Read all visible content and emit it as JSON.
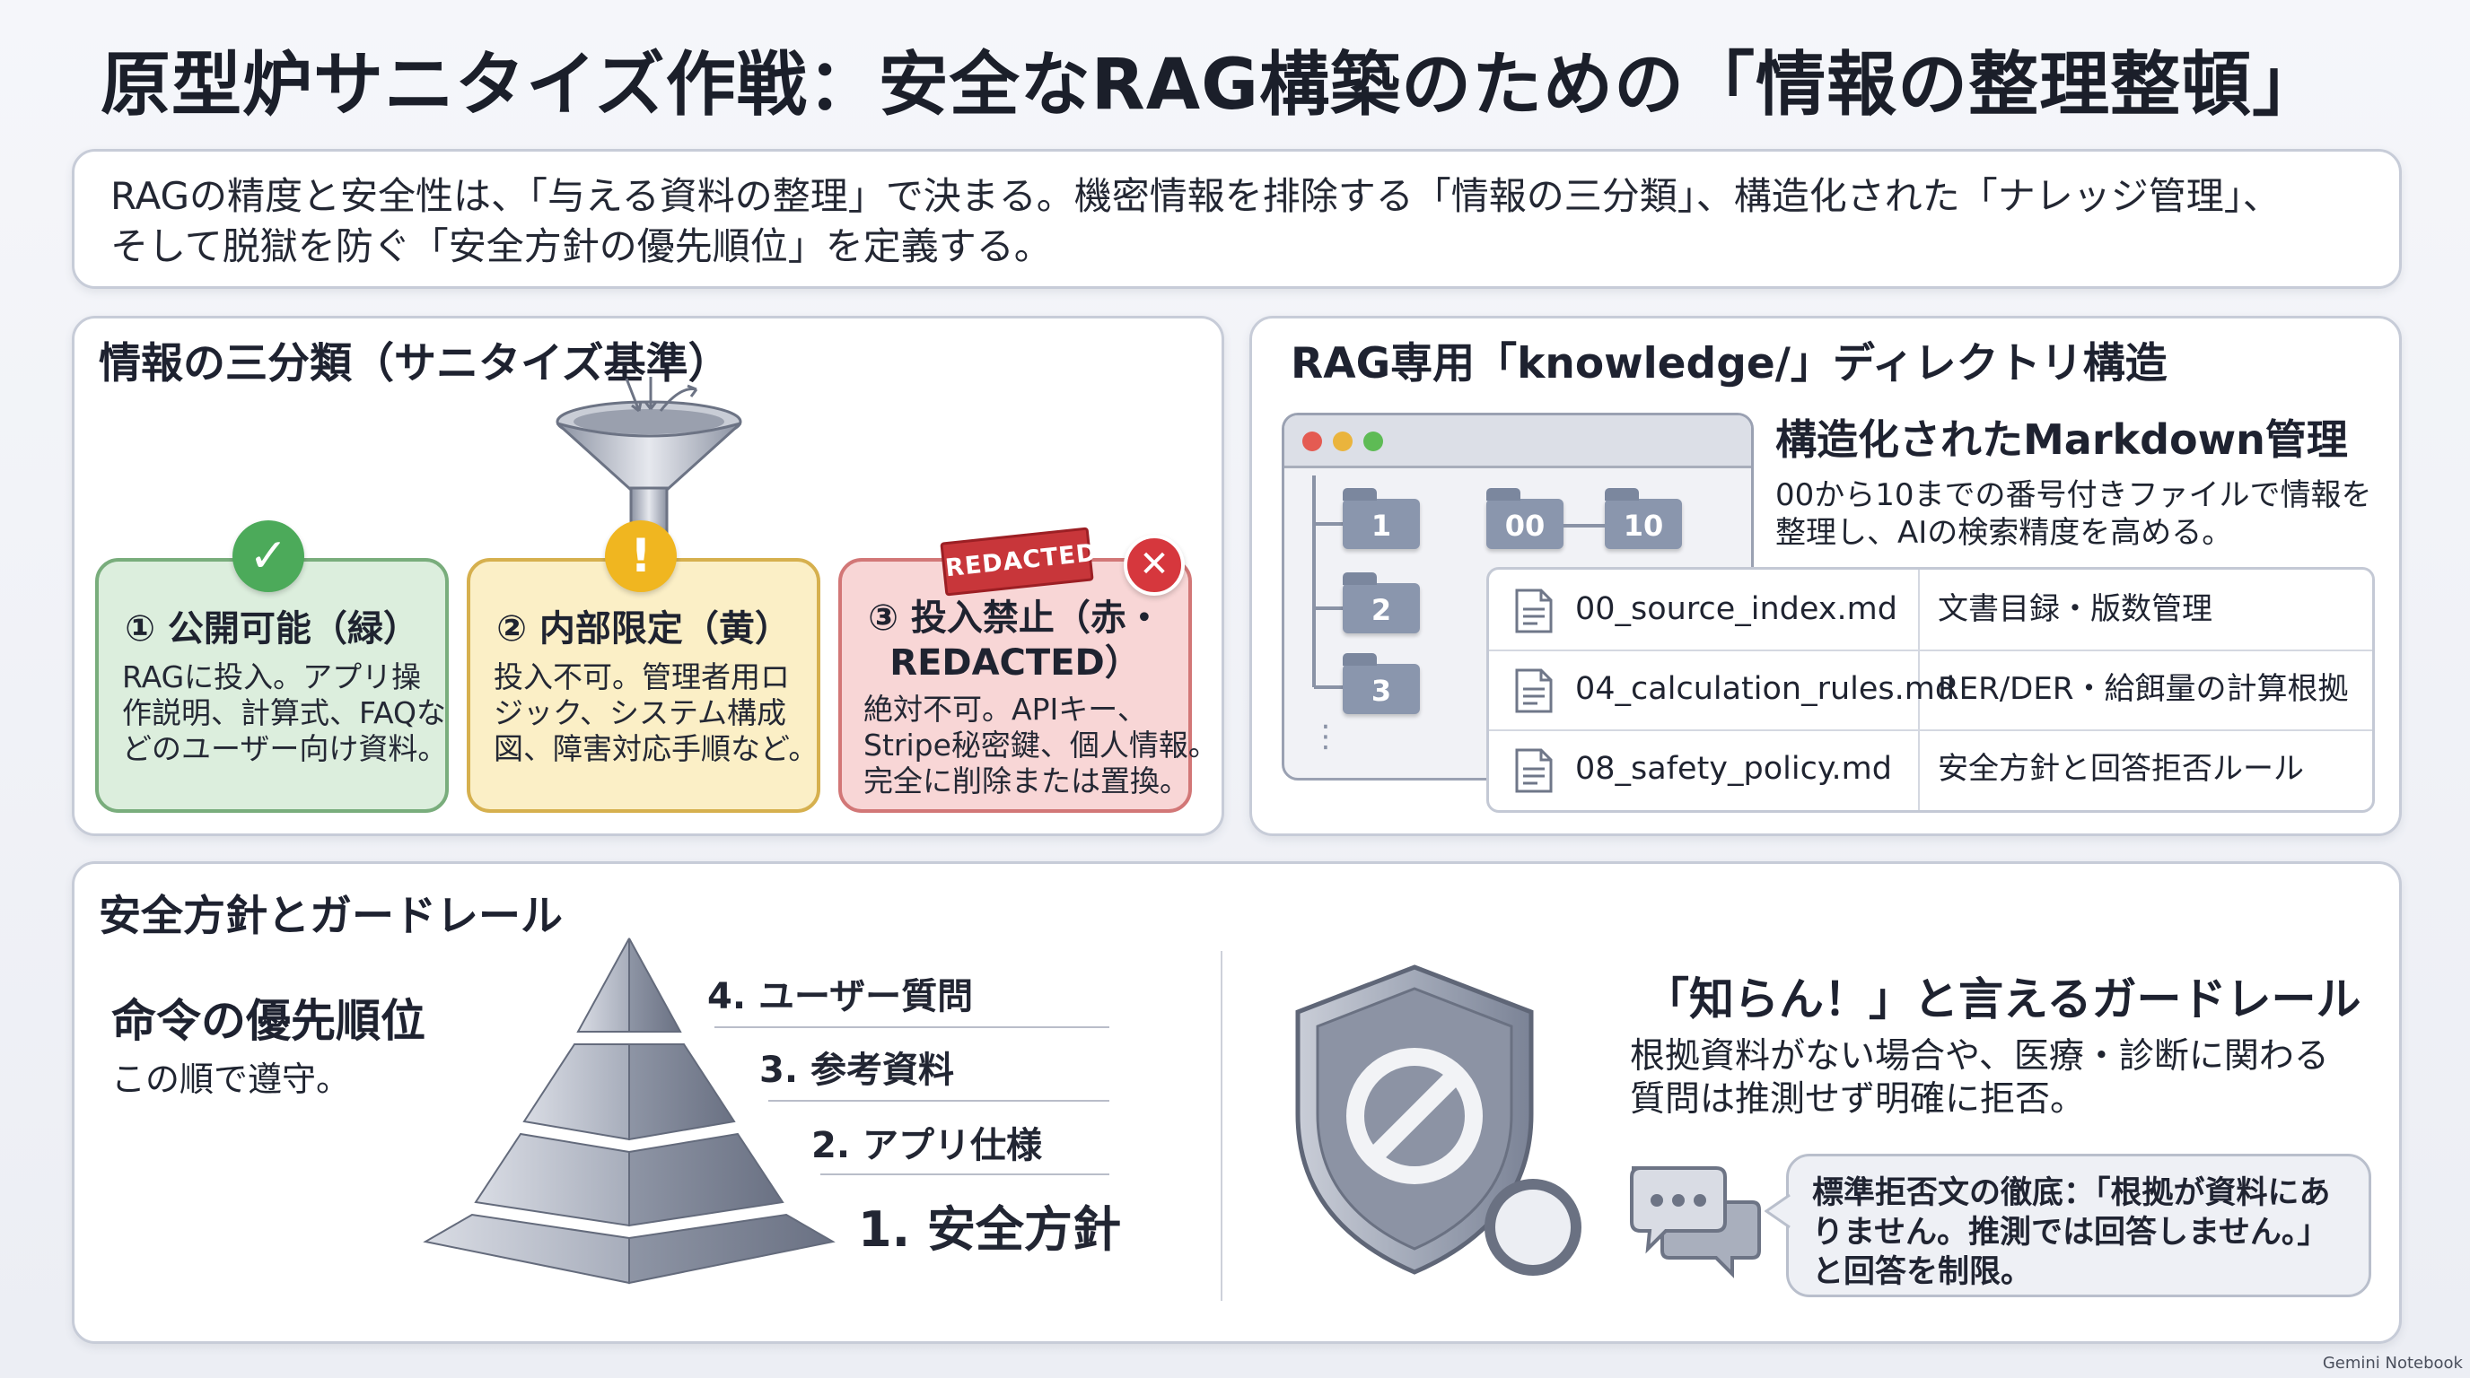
{
  "title": "原型炉サニタイズ作戦：安全なRAG構築のための「情報の整理整頓」",
  "summary": {
    "line1": "RAGの精度と安全性は、「与える資料の整理」で決まる。機密情報を排除する「情報の三分類」、構造化された「ナレッジ管理」、",
    "line2": "そして脱獄を防ぐ「安全方針の優先順位」を定義する。"
  },
  "classification": {
    "title": "情報の三分類（サニタイズ基準）",
    "categories": [
      {
        "title": "① 公開可能（緑）",
        "lines": [
          "RAGに投入。アプリ操",
          "作説明、計算式、FAQな",
          "どのユーザー向け資料。"
        ],
        "color": "#4caa5a"
      },
      {
        "title": "② 内部限定（黄）",
        "lines": [
          "投入不可。管理者用ロ",
          "ジック、システム構成",
          "図、障害対応手順など。"
        ],
        "color": "#f0b620"
      },
      {
        "title_line1": "③ 投入禁止（赤・",
        "title_line2": "REDACTED）",
        "lines": [
          "絶対不可。APIキー、",
          "Stripe秘密鍵、個人情報。",
          "完全に削除または置換。"
        ],
        "color": "#d6373d",
        "stamp": "REDACTED"
      }
    ]
  },
  "knowledge": {
    "title": "RAG専用「knowledge/」ディレクトリ構造",
    "subtitle": "構造化されたMarkdown管理",
    "desc_line1": "00から10までの番号付きファイルで情報を",
    "desc_line2": "整理し、AIの検索精度を高める。",
    "folders": [
      "1",
      "2",
      "3",
      "00",
      "10"
    ],
    "files": [
      {
        "name": "00_source_index.md",
        "desc": "文書目録・版数管理"
      },
      {
        "name": "04_calculation_rules.md",
        "desc": "RER/DER・給餌量の計算根拠"
      },
      {
        "name": "08_safety_policy.md",
        "desc": "安全方針と回答拒否ルール"
      }
    ]
  },
  "safety": {
    "title": "安全方針とガードレール",
    "priority_title": "命令の優先順位",
    "priority_sub": "この順で遵守。",
    "levels": [
      "4. ユーザー質問",
      "3. 参考資料",
      "2. アプリ仕様",
      "1. 安全方針"
    ],
    "guardrail_title": "「知らん！」と言えるガードレール",
    "guardrail_line1": "根拠資料がない場合や、医療・診断に関わる",
    "guardrail_line2": "質問は推測せず明確に拒否。",
    "refusal_line1": "標準拒否文の徹底：「根拠が資料にあ",
    "refusal_line2": "りません。推測では回答しません。」",
    "refusal_line3": "と回答を制限。"
  },
  "footer": {
    "brand": "Gemini Notebook"
  },
  "colors": {
    "accent_green": "#4caa5a",
    "accent_yellow": "#f0b620",
    "accent_red": "#d6373d",
    "slate": "#8a96ad"
  },
  "icons": [
    "funnel-icon",
    "check-icon",
    "exclamation-icon",
    "cross-icon",
    "folder-icon",
    "file-icon",
    "pyramid-icon",
    "shield-icon",
    "prohibited-icon",
    "chat-icon"
  ]
}
